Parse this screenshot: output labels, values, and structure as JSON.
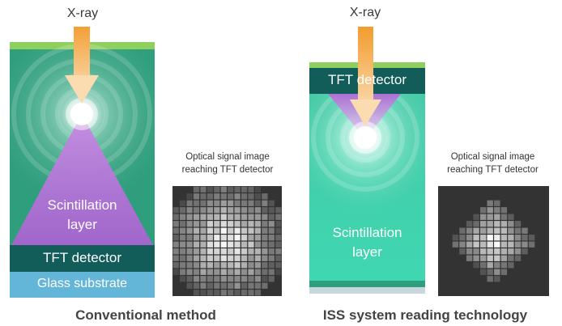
{
  "left": {
    "xray_label": "X-ray",
    "scintillation_label_line1": "Scintillation",
    "scintillation_label_line2": "layer",
    "tft_label": "TFT detector",
    "glass_label": "Glass substrate",
    "optical_caption_line1": "Optical signal image",
    "optical_caption_line2": "reaching TFT detector",
    "method_caption": "Conventional method"
  },
  "right": {
    "xray_label": "X-ray",
    "tft_label": "TFT detector",
    "scintillation_label_line1": "Scintillation",
    "scintillation_label_line2": "layer",
    "optical_caption_line1": "Optical signal image",
    "optical_caption_line2": "reaching TFT detector",
    "method_caption": "ISS system reading technology"
  },
  "colors": {
    "scint_dark": "#2f9e7c",
    "scint_light": "#4fd9b6",
    "top_strip": "#8fcf5e",
    "tft_bar": "#125c5a",
    "glass": "#64b6d8",
    "beam_purple": "#b168d6",
    "arrow_orange": "#f5a23b",
    "pixel_bg": "#333333"
  }
}
